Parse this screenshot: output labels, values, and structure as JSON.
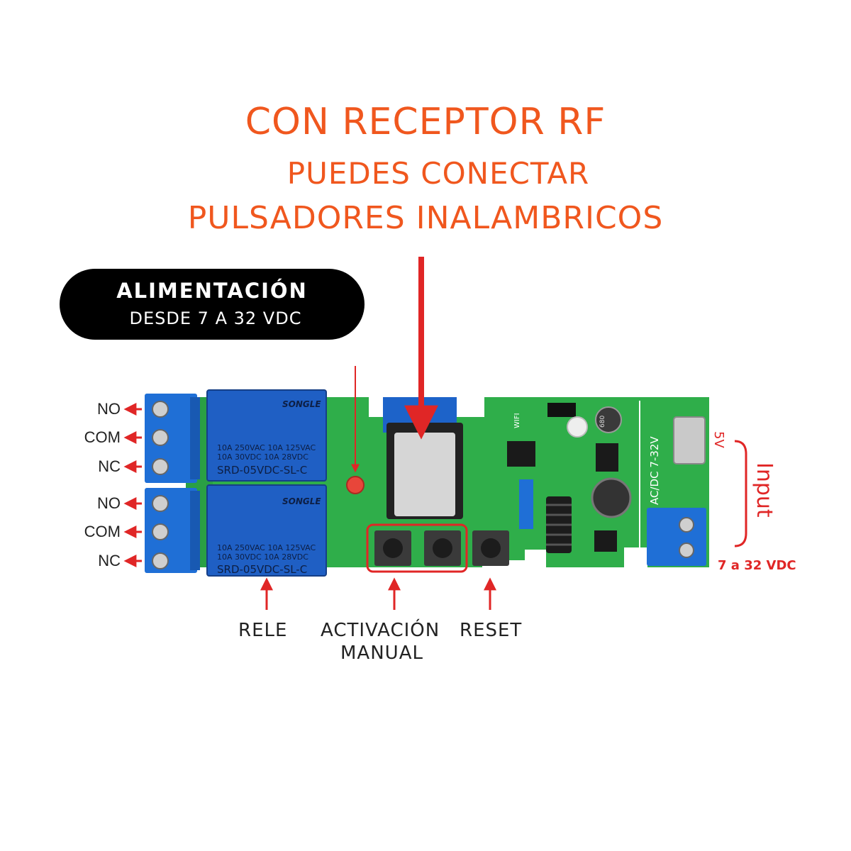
{
  "headline": {
    "line1": "CON RECEPTOR RF",
    "line2": "PUEDES CONECTAR",
    "line3": "PULSADORES INALAMBRICOS"
  },
  "power_badge": {
    "title": "ALIMENTACIÓN",
    "subtitle": "DESDE 7 A 32 VDC"
  },
  "terminals": {
    "relay1": [
      "NO",
      "COM",
      "NC"
    ],
    "relay2": [
      "NO",
      "COM",
      "NC"
    ]
  },
  "relays": {
    "brand": "SONGLE",
    "rating1": "10A 250VAC  10A 125VAC",
    "rating2": "10A  30VDC  10A  28VDC",
    "model": "SRD-05VDC-SL-C"
  },
  "board_silkscreen": {
    "wifi": "WIFI",
    "input_type": "AC/DC 7-32V",
    "inductor": "680"
  },
  "bottom_labels": {
    "relay": "RELE",
    "manual_1": "ACTIVACIÓN",
    "manual_2": "MANUAL",
    "reset": "RESET"
  },
  "input": {
    "usb_voltage": "5V",
    "label": "Input",
    "range": "7 a 32 VDC"
  },
  "colors": {
    "headline": "#f0571e",
    "arrow_red": "#e02626",
    "board_green": "#2fae4a",
    "relay_blue": "#1f5fc4"
  }
}
